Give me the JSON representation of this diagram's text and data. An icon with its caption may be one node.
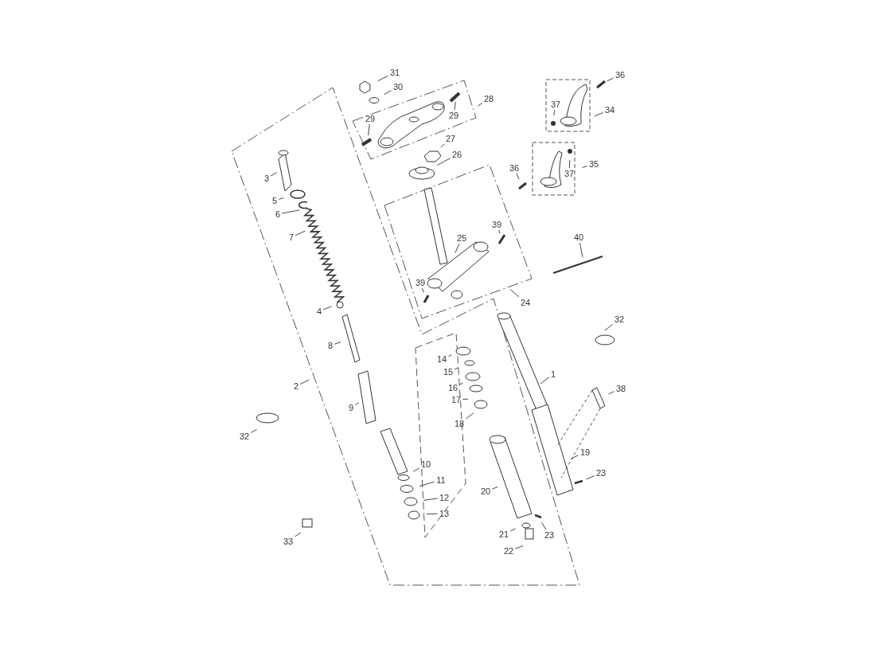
{
  "diagram": {
    "nodes": [
      {
        "text": [
          "31"
        ]
      },
      {
        "text": [
          "36"
        ]
      },
      {
        "text": [
          "30"
        ]
      },
      {
        "text": [
          "28"
        ]
      },
      {
        "text": [
          "37"
        ]
      },
      {
        "text": [
          "34"
        ]
      },
      {
        "text": [
          "29"
        ]
      },
      {
        "text": [
          "29"
        ]
      },
      {
        "text": [
          "27"
        ]
      },
      {
        "text": [
          "26"
        ]
      },
      {
        "text": [
          "35"
        ]
      },
      {
        "text": [
          "36"
        ]
      },
      {
        "text": [
          "37"
        ]
      },
      {
        "text": [
          "3"
        ]
      },
      {
        "text": [
          "5"
        ]
      },
      {
        "text": [
          "6"
        ]
      },
      {
        "text": [
          "39"
        ]
      },
      {
        "text": [
          "7"
        ]
      },
      {
        "text": [
          "40"
        ]
      },
      {
        "text": [
          "25"
        ]
      },
      {
        "text": [
          "39"
        ]
      },
      {
        "text": [
          "24"
        ]
      },
      {
        "text": [
          "4"
        ]
      },
      {
        "text": [
          "32"
        ]
      },
      {
        "text": [
          "8"
        ]
      },
      {
        "text": [
          "14"
        ]
      },
      {
        "text": [
          "1"
        ]
      },
      {
        "text": [
          "15"
        ]
      },
      {
        "text": [
          "2"
        ]
      },
      {
        "text": [
          "16"
        ]
      },
      {
        "text": [
          "38"
        ]
      },
      {
        "text": [
          "17"
        ]
      },
      {
        "text": [
          "9"
        ]
      },
      {
        "text": [
          "18"
        ]
      },
      {
        "text": [
          "32"
        ]
      },
      {
        "text": [
          "19"
        ]
      },
      {
        "text": [
          "10"
        ]
      },
      {
        "text": [
          "11"
        ]
      },
      {
        "text": [
          "12"
        ]
      },
      {
        "text": [
          "23"
        ]
      },
      {
        "text": [
          "20"
        ]
      },
      {
        "text": [
          "13"
        ]
      },
      {
        "text": [
          "21"
        ]
      },
      {
        "text": [
          "23"
        ]
      },
      {
        "text": [
          "33"
        ]
      },
      {
        "text": [
          "22"
        ]
      }
    ],
    "edges": [
      {
        "from": 0,
        "to": null,
        "arrow": "none"
      },
      {
        "from": 1,
        "to": null,
        "arrow": "none"
      },
      {
        "from": 2,
        "to": null,
        "arrow": "none"
      },
      {
        "from": 3,
        "to": null,
        "arrow": "none"
      },
      {
        "from": 4,
        "to": null,
        "arrow": "none"
      },
      {
        "from": 5,
        "to": null,
        "arrow": "none"
      },
      {
        "from": 6,
        "to": null,
        "arrow": "none"
      },
      {
        "from": 7,
        "to": null,
        "arrow": "none"
      },
      {
        "from": 8,
        "to": null,
        "arrow": "none"
      },
      {
        "from": 9,
        "to": null,
        "arrow": "none"
      },
      {
        "from": 10,
        "to": null,
        "arrow": "none"
      },
      {
        "from": 11,
        "to": null,
        "arrow": "none"
      },
      {
        "from": 12,
        "to": null,
        "arrow": "none"
      },
      {
        "from": 13,
        "to": null,
        "arrow": "none"
      },
      {
        "from": 14,
        "to": null,
        "arrow": "none"
      },
      {
        "from": 15,
        "to": null,
        "arrow": "none"
      },
      {
        "from": 16,
        "to": null,
        "arrow": "none"
      },
      {
        "from": 17,
        "to": null,
        "arrow": "none"
      },
      {
        "from": 18,
        "to": null,
        "arrow": "none"
      },
      {
        "from": 19,
        "to": null,
        "arrow": "none"
      },
      {
        "from": 20,
        "to": null,
        "arrow": "none"
      },
      {
        "from": 21,
        "to": null,
        "arrow": "none"
      },
      {
        "from": 22,
        "to": null,
        "arrow": "none"
      },
      {
        "from": 23,
        "to": null,
        "arrow": "none"
      },
      {
        "from": 24,
        "to": null,
        "arrow": "none"
      },
      {
        "from": 25,
        "to": null,
        "arrow": "none"
      },
      {
        "from": 26,
        "to": null,
        "arrow": "none"
      },
      {
        "from": 27,
        "to": null,
        "arrow": "none"
      },
      {
        "from": 28,
        "to": null,
        "arrow": "none"
      },
      {
        "from": 29,
        "to": null,
        "arrow": "none"
      },
      {
        "from": 30,
        "to": null,
        "arrow": "none"
      },
      {
        "from": 31,
        "to": null,
        "arrow": "none"
      },
      {
        "from": 32,
        "to": null,
        "arrow": "none"
      },
      {
        "from": 33,
        "to": null,
        "arrow": "none"
      },
      {
        "from": 34,
        "to": null,
        "arrow": "none"
      },
      {
        "from": 35,
        "to": null,
        "arrow": "none"
      },
      {
        "from": 36,
        "to": null,
        "arrow": "none"
      },
      {
        "from": 37,
        "to": null,
        "arrow": "none"
      },
      {
        "from": 38,
        "to": null,
        "arrow": "none"
      },
      {
        "from": 39,
        "to": null,
        "arrow": "none"
      },
      {
        "from": 40,
        "to": null,
        "arrow": "none"
      },
      {
        "from": 41,
        "to": null,
        "arrow": "none"
      },
      {
        "from": 42,
        "to": null,
        "arrow": "none"
      },
      {
        "from": 43,
        "to": null,
        "arrow": "none"
      },
      {
        "from": 44,
        "to": null,
        "arrow": "none"
      },
      {
        "from": 45,
        "to": null,
        "arrow": "none"
      }
    ]
  }
}
